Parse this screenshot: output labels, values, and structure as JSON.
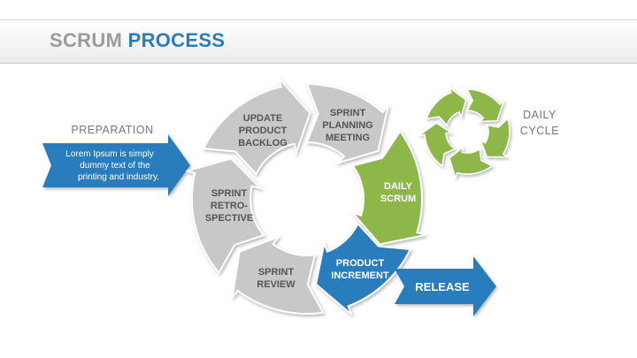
{
  "header": {
    "title_part1": "SCRUM",
    "title_part2": "PROCESS"
  },
  "preparation": {
    "label": "PREPARATION",
    "text_lines": [
      "Lorem Ipsum is simply",
      "dummy text of the",
      "printing and industry."
    ]
  },
  "cycle": {
    "update_backlog": [
      "UPDATE",
      "PRODUCT",
      "BACKLOG"
    ],
    "sprint_planning": [
      "SPRINT",
      "PLANNING",
      "MEETING"
    ],
    "daily_scrum": [
      "DAILY",
      "SCRUM"
    ],
    "product_increment": [
      "PRODUCT",
      "INCREMENT"
    ],
    "sprint_review": [
      "SPRINT",
      "REVIEW"
    ],
    "sprint_retrospective": [
      "SPRINT",
      "RETRO-",
      "SPECTIVE"
    ]
  },
  "release": {
    "label": "RELEASE"
  },
  "daily_cycle": {
    "label_lines": [
      "DAILY",
      "CYCLE"
    ]
  },
  "colors": {
    "gray_segment": "#c8c8c8",
    "green_segment": "#8db84a",
    "blue_segment": "#2a7dbd",
    "title_gray": "#9b9b9b",
    "title_blue": "#2a7dbd",
    "label_gray": "#777777"
  }
}
